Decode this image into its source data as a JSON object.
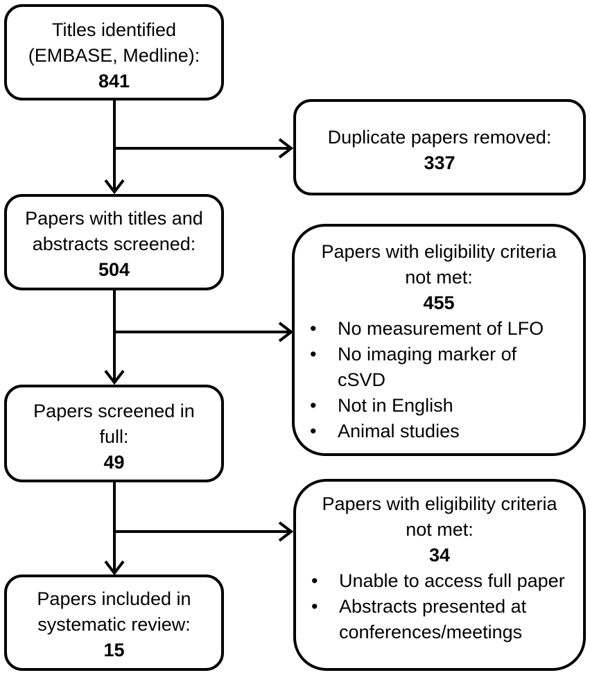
{
  "boxes": {
    "identified": {
      "title": "Titles identified (EMBASE, Medline):",
      "count": "841"
    },
    "duplicates": {
      "title": "Duplicate papers removed:",
      "count": "337"
    },
    "screened_abstracts": {
      "title": "Papers with titles and abstracts screened:",
      "count": "504"
    },
    "excluded_1": {
      "title": "Papers with eligibility criteria not met:",
      "count": "455",
      "reasons": [
        "No measurement of LFO",
        "No imaging marker of cSVD",
        "Not in English",
        "Animal studies"
      ]
    },
    "screened_full": {
      "title": "Papers screened in full:",
      "count": "49"
    },
    "excluded_2": {
      "title": "Papers with eligibility criteria not met:",
      "count": "34",
      "reasons": [
        "Unable to access full paper",
        "Abstracts presented at conferences/meetings"
      ]
    },
    "included": {
      "title": "Papers included in systematic review:",
      "count": "15"
    }
  }
}
